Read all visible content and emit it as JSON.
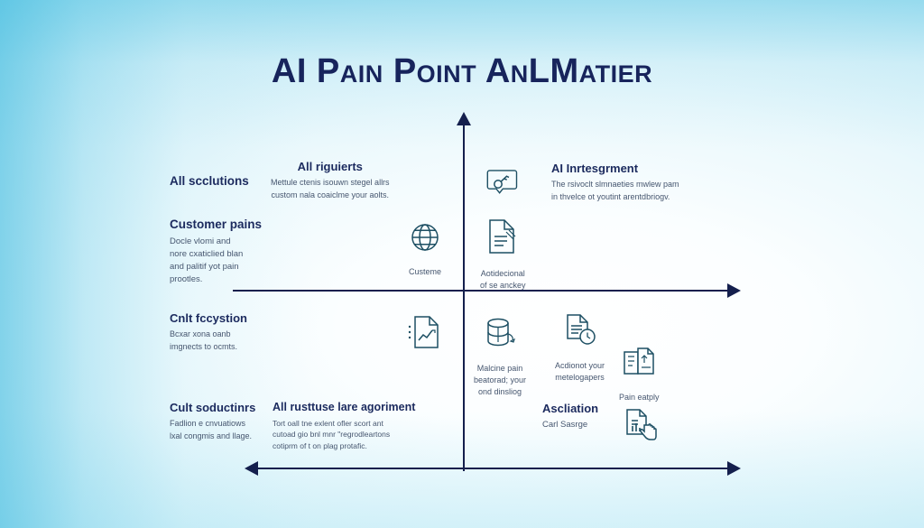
{
  "title": "AI Pain Point AnLMatier",
  "theme": {
    "title_color": "#17245c",
    "axis_color": "#141f4d",
    "heading_color": "#1b2a5e",
    "body_color": "#46566f",
    "icon_color": "#1d4f63",
    "bg_cyan": "#4dc0e2",
    "bg_white": "#ffffff"
  },
  "blocks": {
    "all_solutions": {
      "heading": "All scclutions",
      "body": []
    },
    "all_requirements": {
      "heading": "All riguierts",
      "body": [
        "Mettule ctenis isouwn stegel allrs",
        "custom nala coaiclme your aolts."
      ]
    },
    "ai_integration": {
      "heading": "AI Inrtesgrment",
      "body": [
        "The rsivoclt slmnaeties mwlew pam",
        "in thvelce ot youtint arentdbriogv."
      ]
    },
    "customer_pains": {
      "heading": "Customer pains",
      "body": [
        "Docle vlomi and",
        "nore cxaticlied blan",
        "and palitif yot pain",
        "prootles."
      ]
    },
    "cnlt_focus": {
      "heading": "Cnlt fccystion",
      "body": [
        "Bcxar xona oanb",
        "imgnects to ocmts."
      ]
    },
    "cult_solutions": {
      "heading": "Cult soductinrs",
      "body": [
        "Fadlion e cnvuatiows",
        "lxal congmis and llage."
      ]
    },
    "all_agreement": {
      "heading": "All rusttuse lare agoriment",
      "body": [
        "Tort oall tne exlent ofler scort ant",
        "cutoad gio bnl mnr \"regrodleartons",
        "cotiprm of t on plag protafic."
      ]
    },
    "association": {
      "heading": "Ascliation",
      "body": [
        "Carl Sasrge"
      ]
    }
  },
  "icons": [
    {
      "name": "chat-bubble-icon",
      "caption": []
    },
    {
      "name": "globe-icon",
      "caption": [
        "Custeme"
      ]
    },
    {
      "name": "document-checklist-icon",
      "caption": [
        "Aotidecional",
        "of se anckey"
      ]
    },
    {
      "name": "chart-document-icon",
      "caption": []
    },
    {
      "name": "database-icon",
      "caption": [
        "Malcine pain",
        "beatorad; your",
        "ond dinsliog"
      ]
    },
    {
      "name": "document-clock-icon",
      "caption": [
        "Acdionot your",
        "metelogapers"
      ]
    },
    {
      "name": "stacked-documents-icon",
      "caption": [
        "Pain eatply"
      ]
    },
    {
      "name": "document-hand-icon",
      "caption": []
    }
  ]
}
